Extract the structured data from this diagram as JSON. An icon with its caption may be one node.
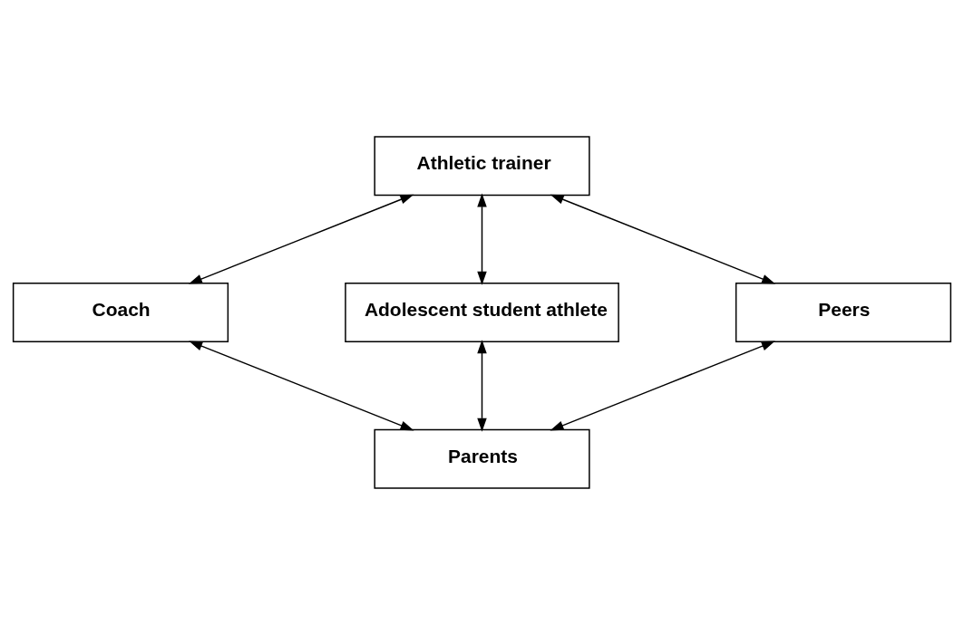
{
  "diagram": {
    "nodes": [
      {
        "text": [
          "Athletic trainer"
        ]
      },
      {
        "text": [
          "Coach"
        ]
      },
      {
        "text": [
          "Adolescent student athlete"
        ]
      },
      {
        "text": [
          "Peers"
        ]
      },
      {
        "text": [
          "Parents"
        ]
      }
    ],
    "edges": [
      {
        "from": 0,
        "to": 1,
        "arrow": "both"
      },
      {
        "from": 0,
        "to": 2,
        "arrow": "both"
      },
      {
        "from": 0,
        "to": 3,
        "arrow": "both"
      },
      {
        "from": 1,
        "to": 4,
        "arrow": "both"
      },
      {
        "from": 2,
        "to": 4,
        "arrow": "both"
      },
      {
        "from": 3,
        "to": 4,
        "arrow": "both"
      }
    ]
  }
}
